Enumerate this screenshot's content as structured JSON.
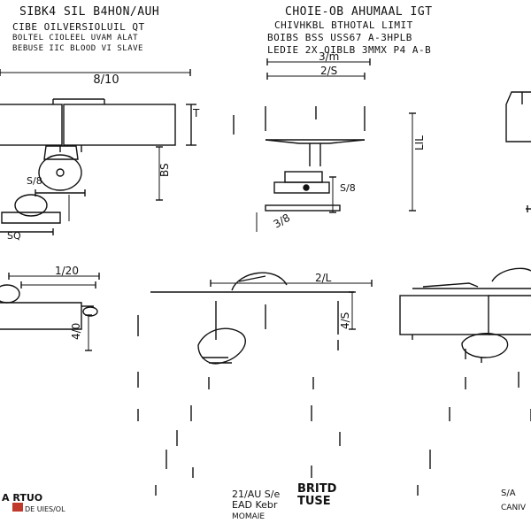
{
  "header_left": {
    "line1": "SIBK4 SIL B4HON/AUH",
    "line2": "CIBE   OILVERSIOLUIL   QT",
    "line3": "BOLTEL  CIOLEEL  UVAM  ALAT",
    "line4": "BEBUSE  IIC  BLOOD  VI  SLAVE"
  },
  "header_right": {
    "line1": "CHOIE-OB AHUMAAL IGT",
    "line2": "CHIVHKBL BTHOTAL LIMIT",
    "line3": "BOIBS  BSS USS67 A-3HPLB",
    "line4": "LEDIE  2X  OIBLB  3MMX  P4  A-B"
  },
  "dimensions": {
    "top_left_width": "8/10",
    "top_left_depth": "BS",
    "top_left_side": "T",
    "small_left_a": "S/8",
    "small_left_b": "SQ",
    "top_center_width": "3/m",
    "top_center_inner": "2/S",
    "top_center_height": "LIL",
    "top_center_height_small": "S/8",
    "top_center_bottom": "3/8",
    "bottom_left_width": "1/20",
    "bottom_left_depth": "4/0",
    "bottom_center_width": "2/L",
    "bottom_center_height": "4/S"
  },
  "footer": {
    "left_brand": "A RTUO",
    "left_sub": "DE UIES/OL",
    "center_brand": "BRITD",
    "center_brand2": "TUSE",
    "center_name": "21/AU  S/e",
    "center_name2": "EAD  Kebr",
    "center_caption": "MOMAIE",
    "right_brand": "S/A",
    "right_sub": "CANIV"
  },
  "colors": {
    "ink": "#111111",
    "accent": "#c0392b",
    "paper": "#ffffff"
  }
}
